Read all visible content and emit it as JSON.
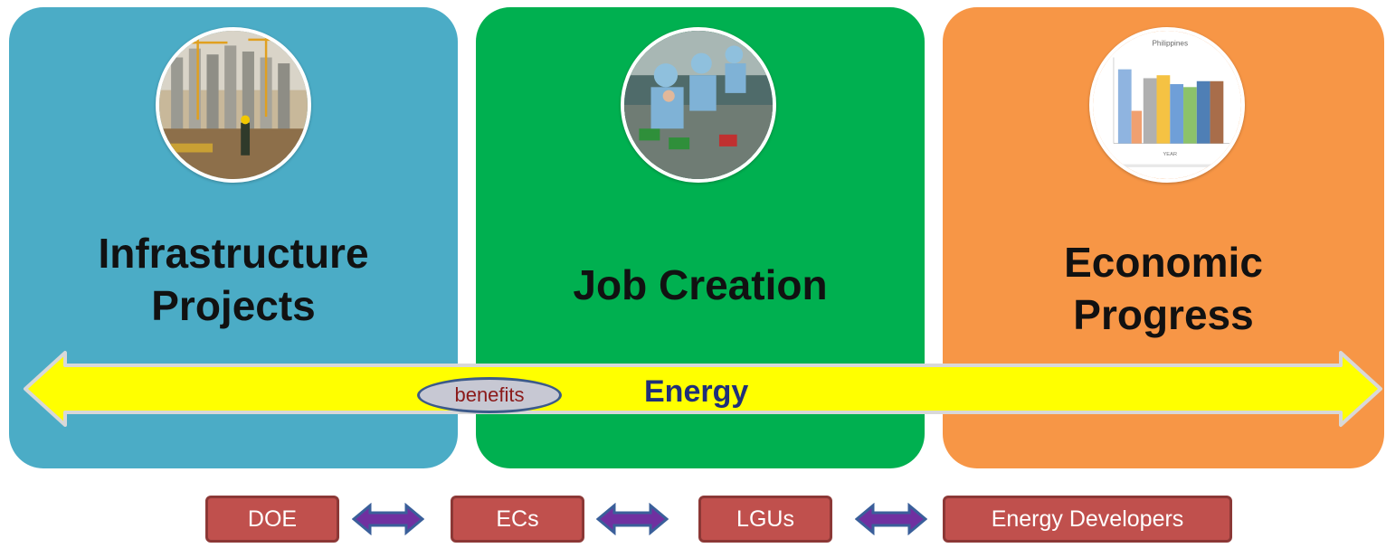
{
  "colors": {
    "infra_panel": "#4bacc6",
    "jobs_panel": "#00b050",
    "econ_panel": "#f79646",
    "energy_arrow": "#ffff00",
    "stakeholder_box": "#c0504d"
  },
  "panels": [
    {
      "title_line1": "Infrastructure",
      "title_line2": "Projects",
      "photo": "construction-site-photo"
    },
    {
      "title_line1": "Job Creation",
      "photo": "factory-workers-photo"
    },
    {
      "title_line1": "Economic",
      "title_line2": "Progress",
      "photo": "gdp-chart-photo",
      "photo_chart_title": "Philippines",
      "photo_chart_xlabel": "YEAR"
    }
  ],
  "energy": {
    "label": "Energy",
    "tag": "benefits"
  },
  "stakeholders": [
    "DOE",
    "ECs",
    "LGUs",
    "Energy Developers"
  ]
}
